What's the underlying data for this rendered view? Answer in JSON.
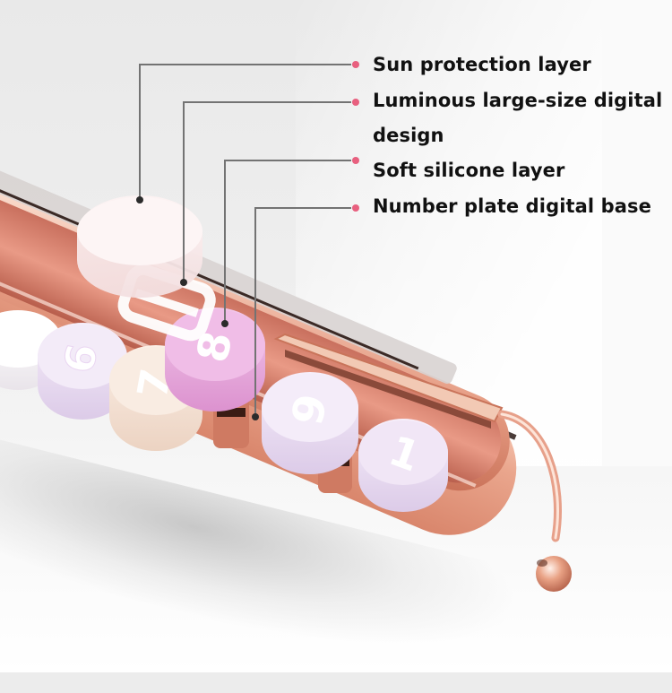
{
  "image": {
    "subject": "rose-gold temporary parking number plate with digit buttons",
    "accent_color": "#e8607f",
    "leader_line_color": "#707070",
    "body_color": "#e8a48c"
  },
  "callouts": [
    {
      "label": "Sun protection layer",
      "target": "translucent top cap"
    },
    {
      "label": "Luminous large-size digital",
      "label_line2": "design",
      "target": "white digit insert"
    },
    {
      "label": "Soft silicone layer",
      "target": "pink silicone button"
    },
    {
      "label": "Number plate digital base",
      "target": "metal post base"
    }
  ],
  "digits": {
    "button_1": "6",
    "button_2": "7",
    "button_3": "8",
    "button_4": "9",
    "button_5": "1"
  }
}
